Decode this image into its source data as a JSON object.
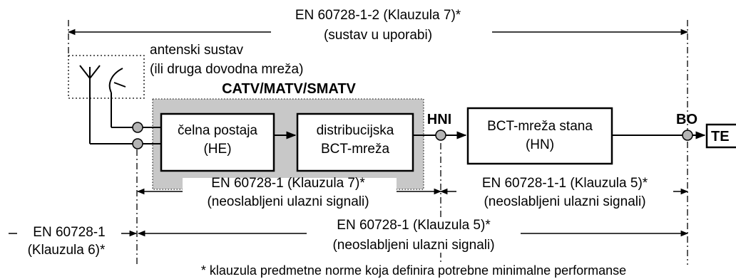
{
  "top_spec": {
    "line1": "EN 60728-1-2 (Klauzula 7)*",
    "line2": "(sustav u uporabi)"
  },
  "antenna": {
    "line1": "antenski sustav",
    "line2": "(ili druga dovodna mreža)"
  },
  "catv_title": "CATV/MATV/SMATV",
  "head_end": {
    "line1": "čelna postaja",
    "line2": "(HE)"
  },
  "distribution": {
    "line1": "distribucijska",
    "line2": "BCT-mreža"
  },
  "hni_label": "HNI",
  "home_network": {
    "line1": "BCT-mreža stana",
    "line2": "(HN)"
  },
  "bo_label": "BO",
  "te_label": "TE",
  "spec_clause7": {
    "line1": "EN 60728-1 (Klauzula 7)*",
    "line2": "(neoslabljeni ulazni signali)"
  },
  "spec_1_1": {
    "line1": "EN 60728-1-1 (Klauzula 5)*",
    "line2": "(neoslabljeni ulazni signali)"
  },
  "spec_clause6": {
    "line1": "EN 60728-1",
    "line2": "(Klauzula 6)*"
  },
  "spec_clause5": {
    "line1": "EN 60728-1 (Klauzula 5)*",
    "line2": "(neoslabljeni ulazni signali)"
  },
  "footnote": "* klauzula predmetne norme koja definira potrebne minimalne performanse",
  "colors": {
    "line": "#000000",
    "catv_fill": "#c8c8c8",
    "port_fill": "#b4b4b4",
    "box_fill": "#ffffff"
  }
}
